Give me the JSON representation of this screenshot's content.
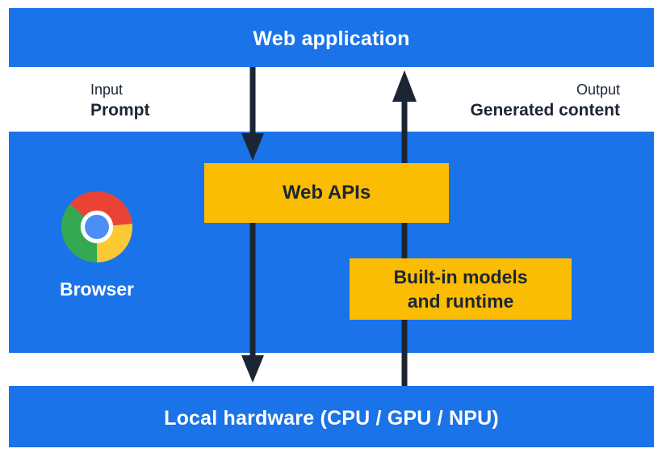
{
  "colors": {
    "band-blue": "#1a73e8",
    "box-yellow": "#fbbc04",
    "arrow-navy": "#1b2533",
    "text-dark": "#1c2634",
    "text-white": "#ffffff",
    "chrome-red": "#ea4335",
    "chrome-yellow": "#fcc934",
    "chrome-green": "#34a853",
    "chrome-blue": "#4c8df6"
  },
  "bands": {
    "top": {
      "label": "Web application"
    },
    "bottom": {
      "label": "Local hardware (CPU / GPU / NPU)"
    }
  },
  "io": {
    "input_title": "Input",
    "input_value": "Prompt",
    "output_title": "Output",
    "output_value": "Generated content"
  },
  "browser": {
    "label": "Browser"
  },
  "boxes": {
    "web_apis": "Web APIs",
    "builtin_line1": "Built-in models",
    "builtin_line2": "and runtime"
  }
}
